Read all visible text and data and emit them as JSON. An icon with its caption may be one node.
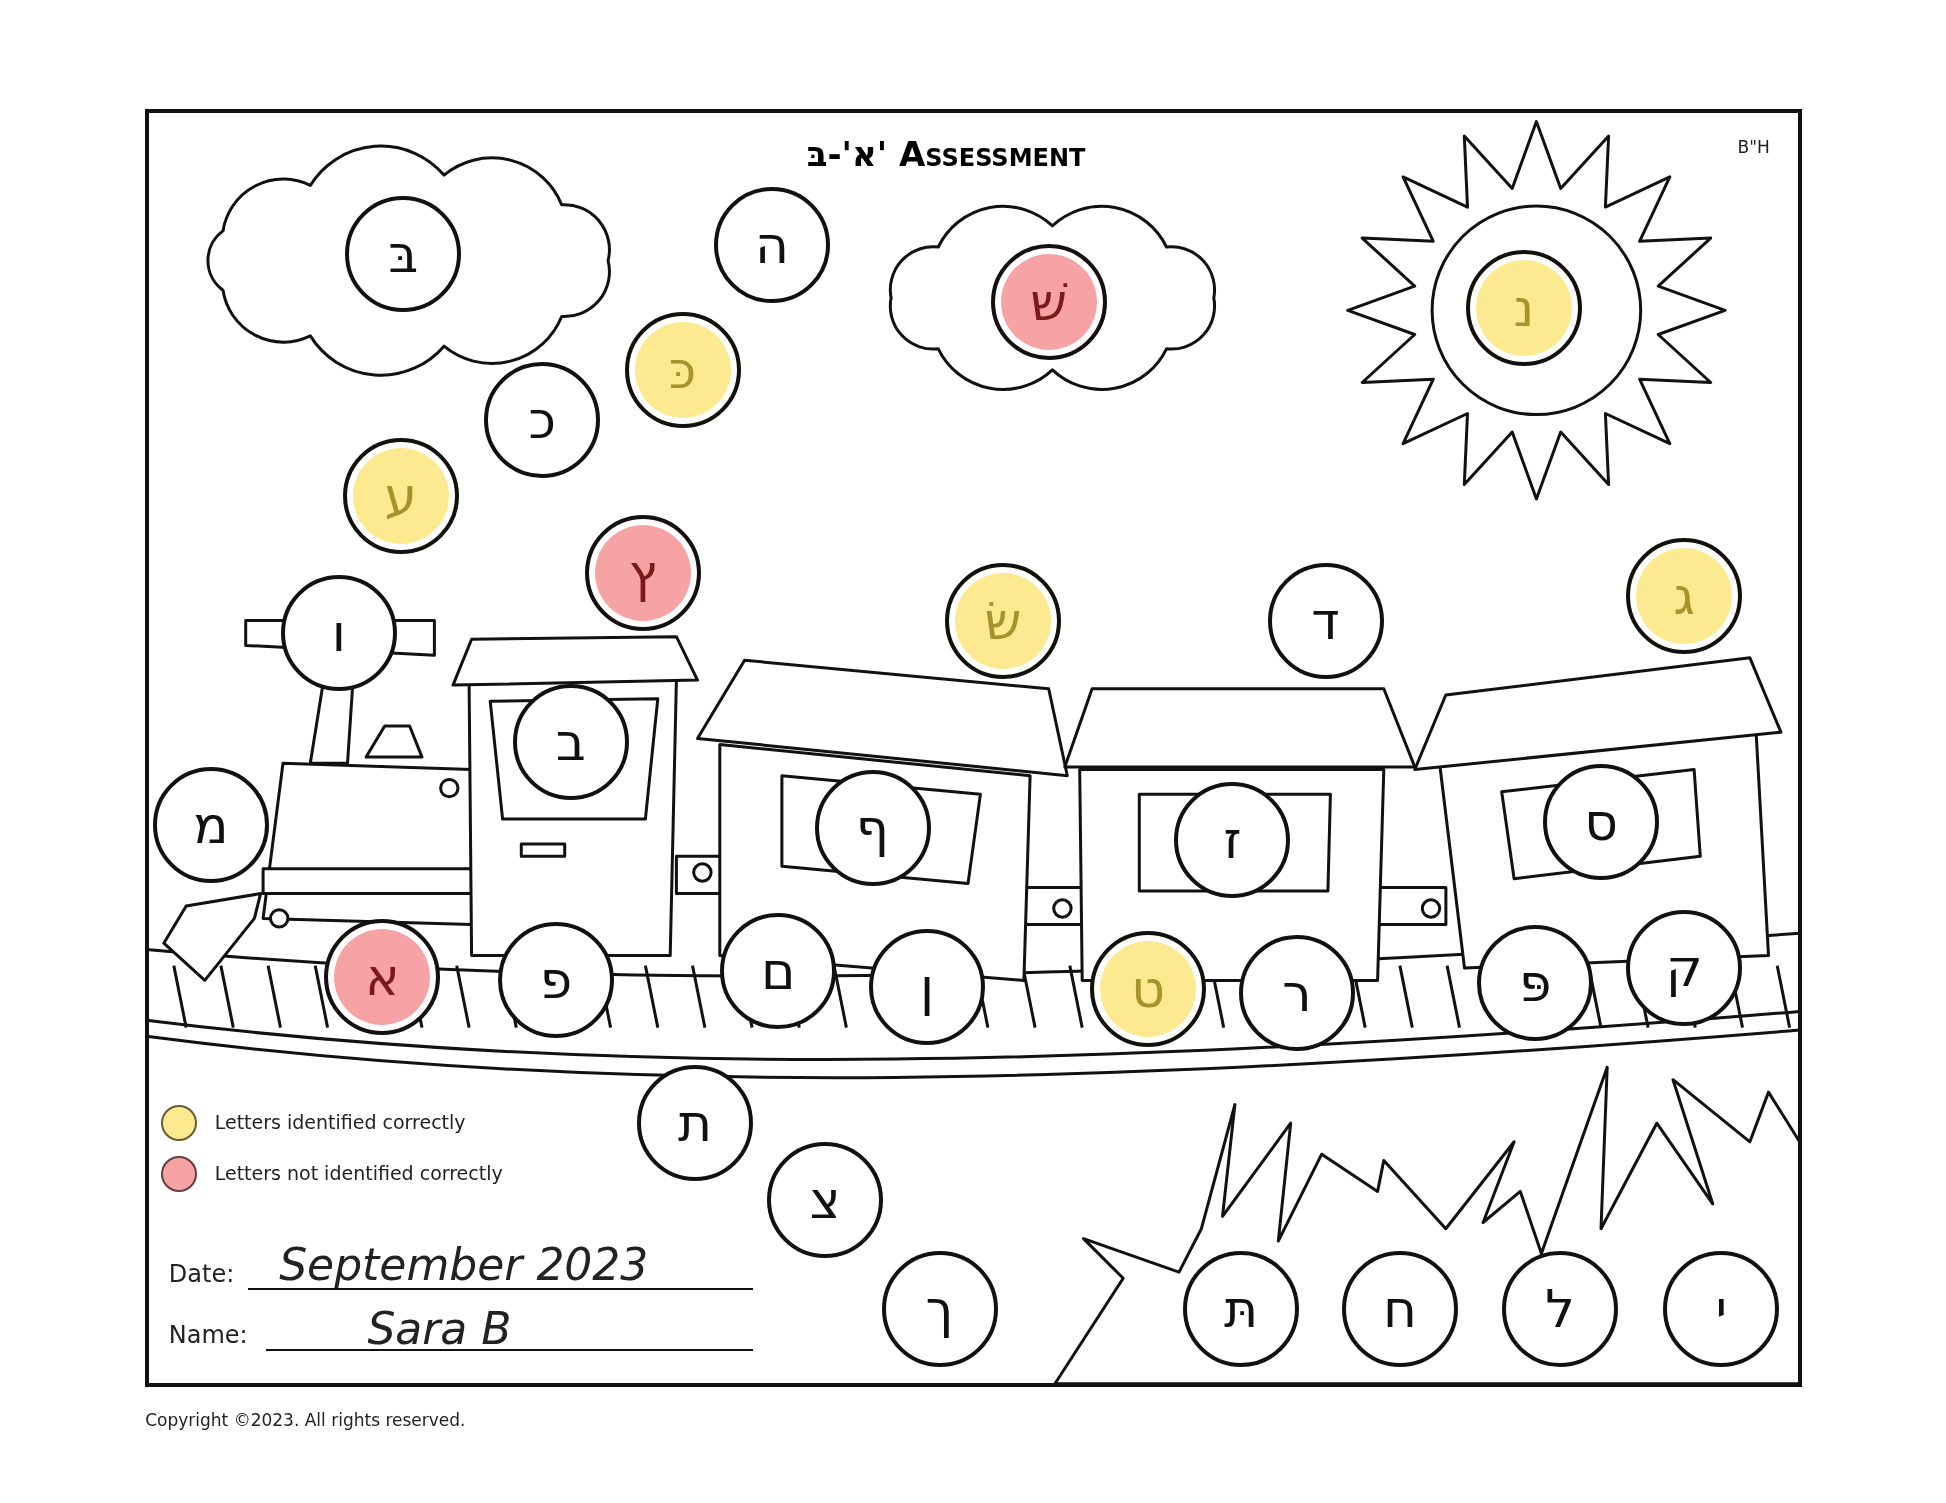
{
  "diagram": {
    "title": "א'-בּ' Assessment",
    "nodes": [
      {
        "text": [
          "בּ"
        ]
      },
      {
        "text": [
          "ה"
        ]
      },
      {
        "text": [
          "כּ"
        ]
      },
      {
        "text": [
          "כ"
        ]
      },
      {
        "text": [
          "שׁ"
        ]
      },
      {
        "text": [
          "נ"
        ]
      },
      {
        "text": [
          "ע"
        ]
      },
      {
        "text": [
          "ץ"
        ]
      },
      {
        "text": [
          "ו"
        ]
      },
      {
        "text": [
          "שׂ"
        ]
      },
      {
        "text": [
          "ד"
        ]
      },
      {
        "text": [
          "ג"
        ]
      },
      {
        "text": [
          "ב"
        ]
      },
      {
        "text": [
          "מ"
        ]
      },
      {
        "text": [
          "ף"
        ]
      },
      {
        "text": [
          "ז"
        ]
      },
      {
        "text": [
          "ס"
        ]
      },
      {
        "text": [
          "א"
        ]
      },
      {
        "text": [
          "פ"
        ]
      },
      {
        "text": [
          "ם"
        ]
      },
      {
        "text": [
          "ן"
        ]
      },
      {
        "text": [
          "ט"
        ]
      },
      {
        "text": [
          "ר"
        ]
      },
      {
        "text": [
          "פּ"
        ]
      },
      {
        "text": [
          "ק"
        ]
      },
      {
        "text": [
          "ת"
        ]
      },
      {
        "text": [
          "צ"
        ]
      },
      {
        "text": [
          "ך"
        ]
      },
      {
        "text": [
          "תּ"
        ]
      },
      {
        "text": [
          "ח"
        ]
      },
      {
        "text": [
          "ל"
        ]
      },
      {
        "text": [
          "י"
        ]
      }
    ],
    "labels": [
      "B\"H",
      "Date:",
      "September 2023",
      "Name:",
      "Sara B",
      "Copyright ©2023. All rights reserved."
    ],
    "legend": [
      {
        "text": "Letters identified correctly",
        "color": "#fde98f"
      },
      {
        "text": "Letters not identified correctly",
        "color": "#f7a3a6"
      }
    ]
  }
}
